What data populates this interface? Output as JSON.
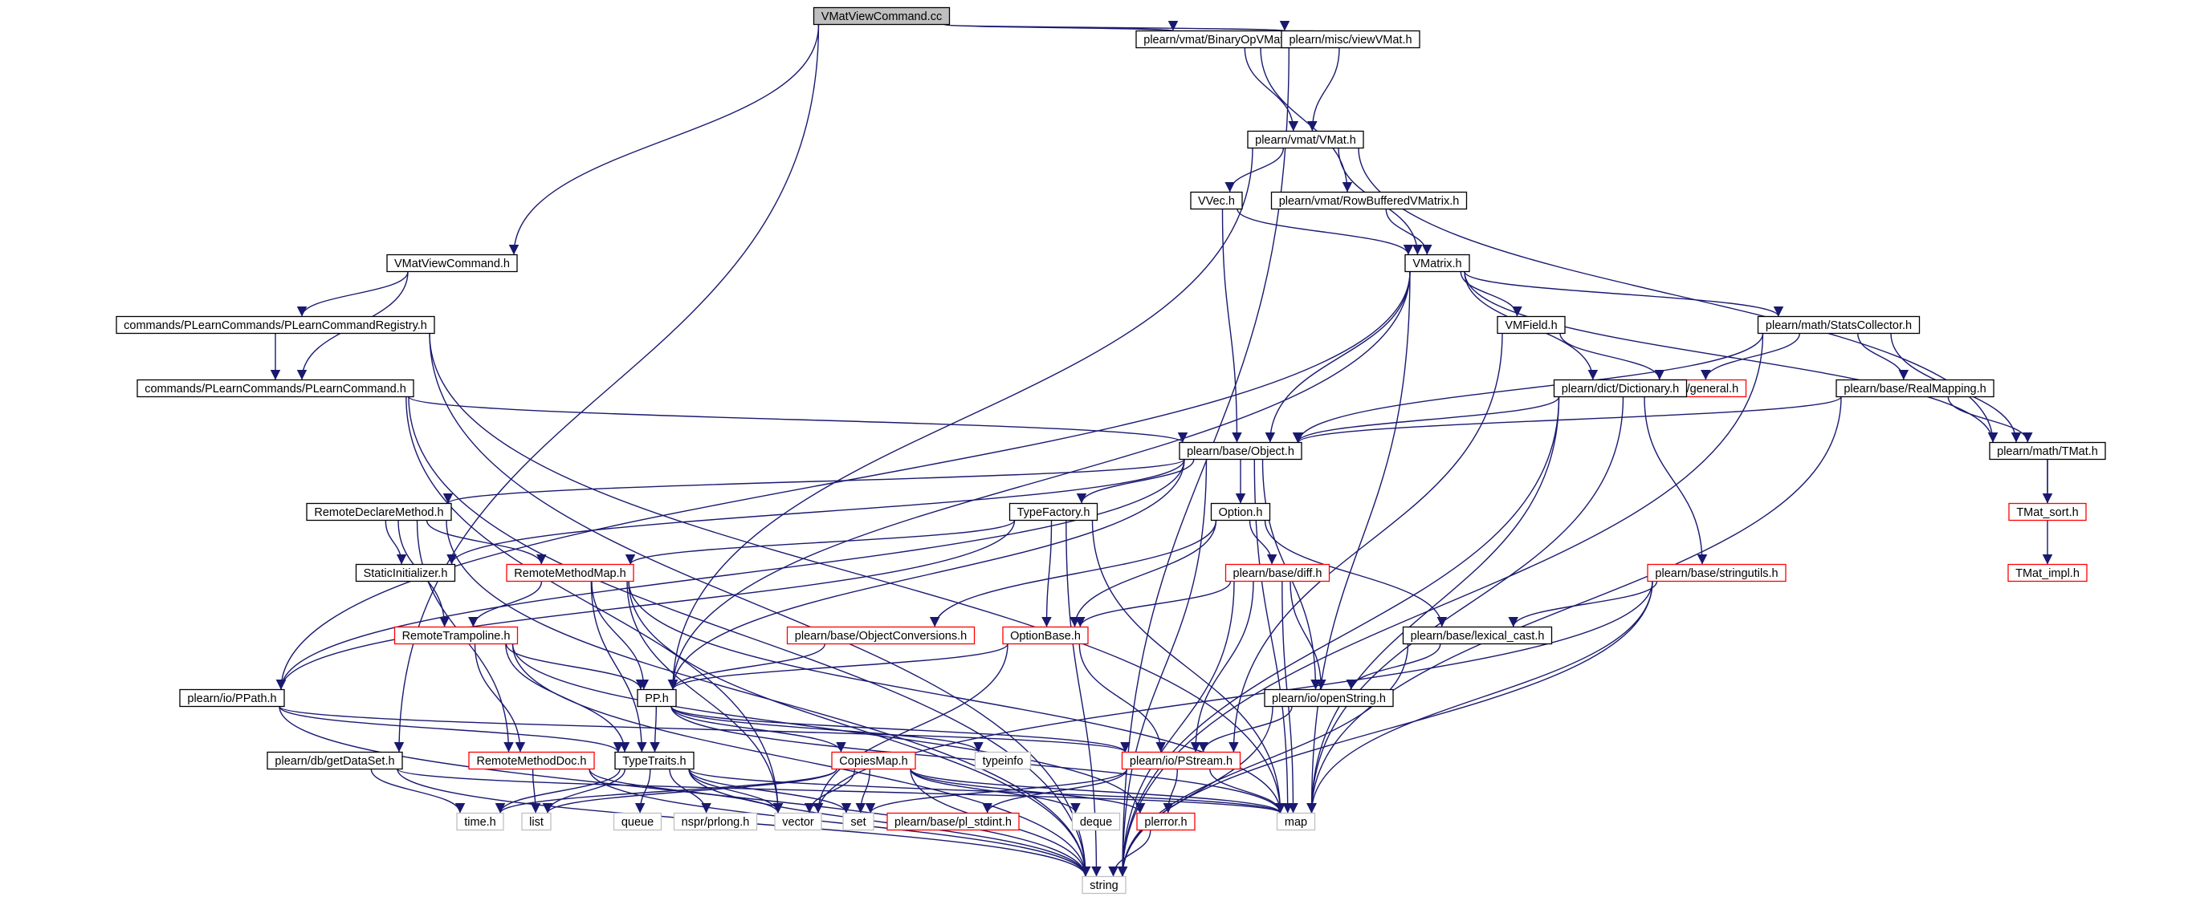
{
  "diagram": {
    "type": "include-dependency-graph",
    "colors": {
      "root_fill": "#bfbfbf",
      "black_border": "#000000",
      "red_border": "#ff0000",
      "system_border": "#bfbfbf",
      "edge": "#191970",
      "text": "#000000"
    },
    "nodes": [
      {
        "id": "vmatviewcommand_cc",
        "label": "VMatViewCommand.cc",
        "style": "root"
      },
      {
        "id": "binaryop",
        "label": "plearn/vmat/BinaryOpVMatrix.h",
        "style": "black"
      },
      {
        "id": "viewvmat",
        "label": "plearn/misc/viewVMat.h",
        "style": "black"
      },
      {
        "id": "vmat_h",
        "label": "plearn/vmat/VMat.h",
        "style": "black"
      },
      {
        "id": "vvec",
        "label": "VVec.h",
        "style": "black"
      },
      {
        "id": "rowbuffered",
        "label": "plearn/vmat/RowBufferedVMatrix.h",
        "style": "black"
      },
      {
        "id": "vmatrix",
        "label": "VMatrix.h",
        "style": "black"
      },
      {
        "id": "vmatviewcommand_h",
        "label": "VMatViewCommand.h",
        "style": "black"
      },
      {
        "id": "registry",
        "label": "commands/PLearnCommands/PLearnCommandRegistry.h",
        "style": "black"
      },
      {
        "id": "plearncommand",
        "label": "commands/PLearnCommands/PLearnCommand.h",
        "style": "black"
      },
      {
        "id": "vmfield",
        "label": "VMField.h",
        "style": "black"
      },
      {
        "id": "statscollector",
        "label": "plearn/math/StatsCollector.h",
        "style": "black"
      },
      {
        "id": "general",
        "label": "plearn/base/general.h",
        "style": "red"
      },
      {
        "id": "dictionary",
        "label": "plearn/dict/Dictionary.h",
        "style": "black"
      },
      {
        "id": "realmapping",
        "label": "plearn/base/RealMapping.h",
        "style": "black"
      },
      {
        "id": "object",
        "label": "plearn/base/Object.h",
        "style": "black"
      },
      {
        "id": "tmat",
        "label": "plearn/math/TMat.h",
        "style": "black"
      },
      {
        "id": "remotedeclare",
        "label": "RemoteDeclareMethod.h",
        "style": "black"
      },
      {
        "id": "typefactory",
        "label": "TypeFactory.h",
        "style": "black"
      },
      {
        "id": "option",
        "label": "Option.h",
        "style": "black"
      },
      {
        "id": "tmat_sort",
        "label": "TMat_sort.h",
        "style": "red"
      },
      {
        "id": "staticinit",
        "label": "StaticInitializer.h",
        "style": "black"
      },
      {
        "id": "remotemethodmap",
        "label": "RemoteMethodMap.h",
        "style": "red"
      },
      {
        "id": "diff",
        "label": "plearn/base/diff.h",
        "style": "red"
      },
      {
        "id": "stringutils",
        "label": "plearn/base/stringutils.h",
        "style": "red"
      },
      {
        "id": "tmat_impl",
        "label": "TMat_impl.h",
        "style": "red"
      },
      {
        "id": "remotetrampoline",
        "label": "RemoteTrampoline.h",
        "style": "red"
      },
      {
        "id": "objectconversions",
        "label": "plearn/base/ObjectConversions.h",
        "style": "red"
      },
      {
        "id": "optionbase",
        "label": "OptionBase.h",
        "style": "red"
      },
      {
        "id": "lexicalcast",
        "label": "plearn/base/lexical_cast.h",
        "style": "black"
      },
      {
        "id": "ppath",
        "label": "plearn/io/PPath.h",
        "style": "black"
      },
      {
        "id": "pp",
        "label": "PP.h",
        "style": "black"
      },
      {
        "id": "openstring",
        "label": "plearn/io/openString.h",
        "style": "black"
      },
      {
        "id": "getdataset",
        "label": "plearn/db/getDataSet.h",
        "style": "black"
      },
      {
        "id": "remotemethoddoc",
        "label": "RemoteMethodDoc.h",
        "style": "red"
      },
      {
        "id": "typetraits",
        "label": "TypeTraits.h",
        "style": "black"
      },
      {
        "id": "copiesmap",
        "label": "CopiesMap.h",
        "style": "red"
      },
      {
        "id": "typeinfo",
        "label": "typeinfo",
        "style": "system"
      },
      {
        "id": "pstream",
        "label": "plearn/io/PStream.h",
        "style": "red"
      },
      {
        "id": "time",
        "label": "time.h",
        "style": "system"
      },
      {
        "id": "list",
        "label": "list",
        "style": "system"
      },
      {
        "id": "queue",
        "label": "queue",
        "style": "system"
      },
      {
        "id": "nspr",
        "label": "nspr/prlong.h",
        "style": "system"
      },
      {
        "id": "vector",
        "label": "vector",
        "style": "system"
      },
      {
        "id": "set",
        "label": "set",
        "style": "system"
      },
      {
        "id": "pl_stdint",
        "label": "plearn/base/pl_stdint.h",
        "style": "red"
      },
      {
        "id": "deque",
        "label": "deque",
        "style": "system"
      },
      {
        "id": "plerror",
        "label": "plerror.h",
        "style": "red"
      },
      {
        "id": "map",
        "label": "map",
        "style": "system"
      },
      {
        "id": "string",
        "label": "string",
        "style": "system"
      }
    ],
    "edges": [
      [
        "vmatviewcommand_cc",
        "binaryop"
      ],
      [
        "vmatviewcommand_cc",
        "viewvmat"
      ],
      [
        "vmatviewcommand_cc",
        "vmatviewcommand_h"
      ],
      [
        "vmatviewcommand_cc",
        "getdataset"
      ],
      [
        "binaryop",
        "vmat_h"
      ],
      [
        "binaryop",
        "rowbuffered"
      ],
      [
        "viewvmat",
        "vmat_h"
      ],
      [
        "viewvmat",
        "string"
      ],
      [
        "vmat_h",
        "vvec"
      ],
      [
        "vmat_h",
        "vmatrix"
      ],
      [
        "vmat_h",
        "tmat"
      ],
      [
        "vmat_h",
        "pp"
      ],
      [
        "vvec",
        "vmatrix"
      ],
      [
        "vvec",
        "object"
      ],
      [
        "rowbuffered",
        "vmatrix"
      ],
      [
        "vmatrix",
        "vmfield"
      ],
      [
        "vmatrix",
        "statscollector"
      ],
      [
        "vmatrix",
        "dictionary"
      ],
      [
        "vmatrix",
        "object"
      ],
      [
        "vmatrix",
        "tmat"
      ],
      [
        "vmatrix",
        "map"
      ],
      [
        "vmatrix",
        "ppath"
      ],
      [
        "vmatrix",
        "pp"
      ],
      [
        "vmatviewcommand_h",
        "registry"
      ],
      [
        "vmatviewcommand_h",
        "plearncommand"
      ],
      [
        "registry",
        "plearncommand"
      ],
      [
        "registry",
        "map"
      ],
      [
        "registry",
        "string"
      ],
      [
        "plearncommand",
        "object"
      ],
      [
        "plearncommand",
        "vector"
      ],
      [
        "plearncommand",
        "string"
      ],
      [
        "vmfield",
        "general"
      ],
      [
        "vmfield",
        "pstream"
      ],
      [
        "statscollector",
        "general"
      ],
      [
        "statscollector",
        "realmapping"
      ],
      [
        "statscollector",
        "object"
      ],
      [
        "statscollector",
        "tmat"
      ],
      [
        "statscollector",
        "string"
      ],
      [
        "general",
        "map"
      ],
      [
        "dictionary",
        "object"
      ],
      [
        "dictionary",
        "stringutils"
      ],
      [
        "dictionary",
        "map"
      ],
      [
        "dictionary",
        "string"
      ],
      [
        "realmapping",
        "object"
      ],
      [
        "realmapping",
        "tmat"
      ],
      [
        "realmapping",
        "map"
      ],
      [
        "object",
        "remotedeclare"
      ],
      [
        "object",
        "typefactory"
      ],
      [
        "object",
        "option"
      ],
      [
        "object",
        "staticinit"
      ],
      [
        "object",
        "ppath"
      ],
      [
        "object",
        "pp"
      ],
      [
        "object",
        "openstring"
      ],
      [
        "object",
        "map"
      ],
      [
        "object",
        "string"
      ],
      [
        "tmat",
        "tmat_sort"
      ],
      [
        "tmat",
        "tmat_impl"
      ],
      [
        "remotedeclare",
        "staticinit"
      ],
      [
        "remotedeclare",
        "remotemethodmap"
      ],
      [
        "remotedeclare",
        "remotetrampoline"
      ],
      [
        "remotedeclare",
        "remotemethoddoc"
      ],
      [
        "remotedeclare",
        "string"
      ],
      [
        "typefactory",
        "remotemethodmap"
      ],
      [
        "typefactory",
        "optionbase"
      ],
      [
        "typefactory",
        "ppath"
      ],
      [
        "typefactory",
        "map"
      ],
      [
        "typefactory",
        "string"
      ],
      [
        "option",
        "objectconversions"
      ],
      [
        "option",
        "diff"
      ],
      [
        "option",
        "optionbase"
      ],
      [
        "option",
        "lexicalcast"
      ],
      [
        "remotemethodmap",
        "remotetrampoline"
      ],
      [
        "remotemethodmap",
        "pp"
      ],
      [
        "remotemethodmap",
        "map"
      ],
      [
        "remotemethodmap",
        "typetraits"
      ],
      [
        "remotemethodmap",
        "vector"
      ],
      [
        "remotemethodmap",
        "string"
      ],
      [
        "diff",
        "optionbase"
      ],
      [
        "diff",
        "openstring"
      ],
      [
        "diff",
        "pstream"
      ],
      [
        "diff",
        "map"
      ],
      [
        "diff",
        "string"
      ],
      [
        "stringutils",
        "lexicalcast"
      ],
      [
        "stringutils",
        "vector"
      ],
      [
        "stringutils",
        "map"
      ],
      [
        "stringutils",
        "string"
      ],
      [
        "remotetrampoline",
        "pp"
      ],
      [
        "remotetrampoline",
        "remotemethoddoc"
      ],
      [
        "remotetrampoline",
        "typetraits"
      ],
      [
        "remotetrampoline",
        "plerror"
      ],
      [
        "remotetrampoline",
        "string"
      ],
      [
        "objectconversions",
        "pp"
      ],
      [
        "optionbase",
        "pp"
      ],
      [
        "optionbase",
        "pstream"
      ],
      [
        "optionbase",
        "vector"
      ],
      [
        "lexicalcast",
        "openstring"
      ],
      [
        "lexicalcast",
        "string"
      ],
      [
        "ppath",
        "typetraits"
      ],
      [
        "ppath",
        "pstream"
      ],
      [
        "ppath",
        "string"
      ],
      [
        "pp",
        "typetraits"
      ],
      [
        "pp",
        "copiesmap"
      ],
      [
        "pp",
        "typeinfo"
      ],
      [
        "pp",
        "pstream"
      ],
      [
        "pp",
        "map"
      ],
      [
        "openstring",
        "pstream"
      ],
      [
        "openstring",
        "string"
      ],
      [
        "getdataset",
        "time"
      ],
      [
        "getdataset",
        "map"
      ],
      [
        "getdataset",
        "string"
      ],
      [
        "remotemethoddoc",
        "list"
      ],
      [
        "remotemethoddoc",
        "vector"
      ],
      [
        "remotemethoddoc",
        "string"
      ],
      [
        "typetraits",
        "time"
      ],
      [
        "typetraits",
        "list"
      ],
      [
        "typetraits",
        "queue"
      ],
      [
        "typetraits",
        "nspr"
      ],
      [
        "typetraits",
        "vector"
      ],
      [
        "typetraits",
        "set"
      ],
      [
        "typetraits",
        "map"
      ],
      [
        "typetraits",
        "string"
      ],
      [
        "copiesmap",
        "list"
      ],
      [
        "copiesmap",
        "vector"
      ],
      [
        "copiesmap",
        "set"
      ],
      [
        "copiesmap",
        "deque"
      ],
      [
        "copiesmap",
        "plerror"
      ],
      [
        "copiesmap",
        "map"
      ],
      [
        "copiesmap",
        "string"
      ],
      [
        "copiesmap",
        "time"
      ],
      [
        "pstream",
        "set"
      ],
      [
        "pstream",
        "pl_stdint"
      ],
      [
        "pstream",
        "plerror"
      ],
      [
        "pstream",
        "map"
      ],
      [
        "plerror",
        "string"
      ]
    ]
  }
}
